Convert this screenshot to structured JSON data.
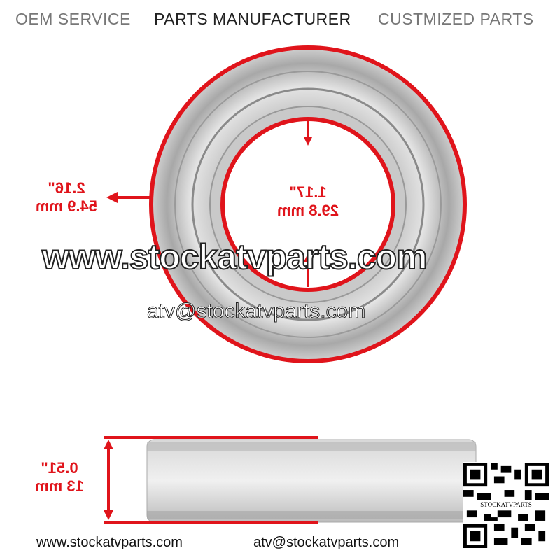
{
  "header": {
    "left": "OEM SERVICE",
    "center": "PARTS MANUFACTURER",
    "right": "CUSTMIZED PARTS"
  },
  "dimensions": {
    "outer_diameter": {
      "inch": "2.16\"",
      "mm": "54.9 mm"
    },
    "inner_diameter": {
      "inch": "1.17\"",
      "mm": "29.8 mm"
    },
    "width": {
      "inch": "0.51\"",
      "mm": "13 mm"
    }
  },
  "watermark": {
    "site": "www.stockatvparts.com",
    "email": "atv@stockatvparts.com"
  },
  "footer": {
    "site": "www.stockatvparts.com",
    "email": "atv@stockatvparts.com"
  },
  "qr": {
    "label": "STOCKATVPARTS"
  },
  "colors": {
    "accent": "#e0141b",
    "header_gray": "#777777",
    "header_dark": "#222222"
  }
}
